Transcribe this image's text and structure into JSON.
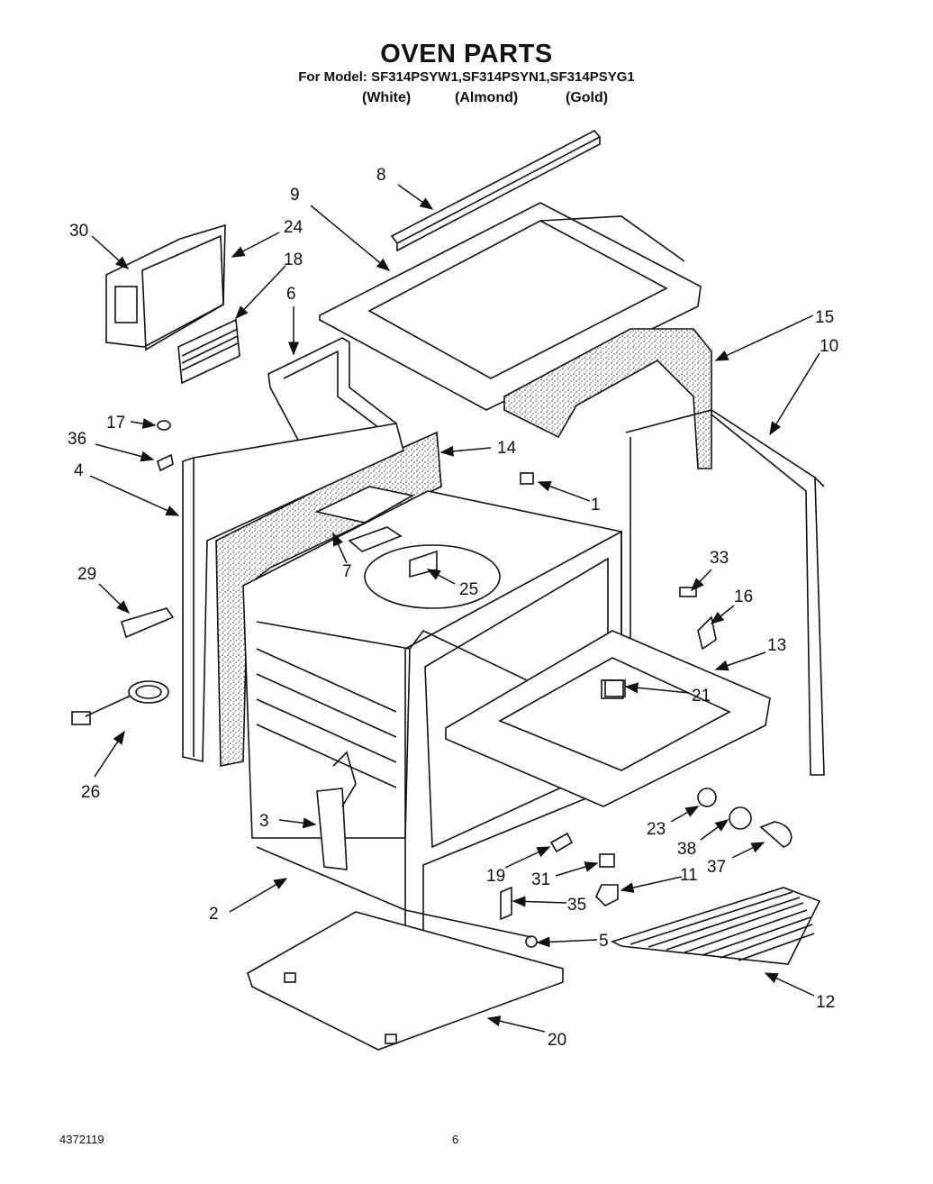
{
  "header": {
    "title": "OVEN PARTS",
    "model_line": "For Model: SF314PSYW1,SF314PSYN1,SF314PSYG1",
    "variants": [
      "(White)",
      "(Almond)",
      "(Gold)"
    ]
  },
  "callouts": [
    "8",
    "9",
    "30",
    "24",
    "18",
    "6",
    "15",
    "10",
    "17",
    "36",
    "14",
    "4",
    "1",
    "7",
    "33",
    "29",
    "25",
    "16",
    "13",
    "21",
    "26",
    "3",
    "23",
    "38",
    "37",
    "19",
    "31",
    "11",
    "2",
    "35",
    "5",
    "12",
    "20"
  ],
  "footer": {
    "doc_number": "4372119",
    "page_number": "6"
  }
}
